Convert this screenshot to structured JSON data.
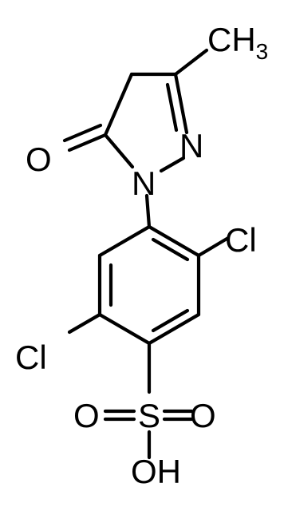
{
  "labels": {
    "methyl": "CH",
    "methyl_subscript": "3",
    "nitrogen_ring": "N",
    "nitrogen_aryl": "N",
    "oxygen_carbonyl": "O",
    "chlorine_upper": "Cl",
    "chlorine_lower": "Cl",
    "sulfur": "S",
    "sulfonyl_oxygen_left": "O",
    "sulfonyl_oxygen_right": "O",
    "hydroxyl": "OH"
  },
  "colors": {
    "bond": "#000000",
    "text": "#000000",
    "background": "#ffffff"
  }
}
